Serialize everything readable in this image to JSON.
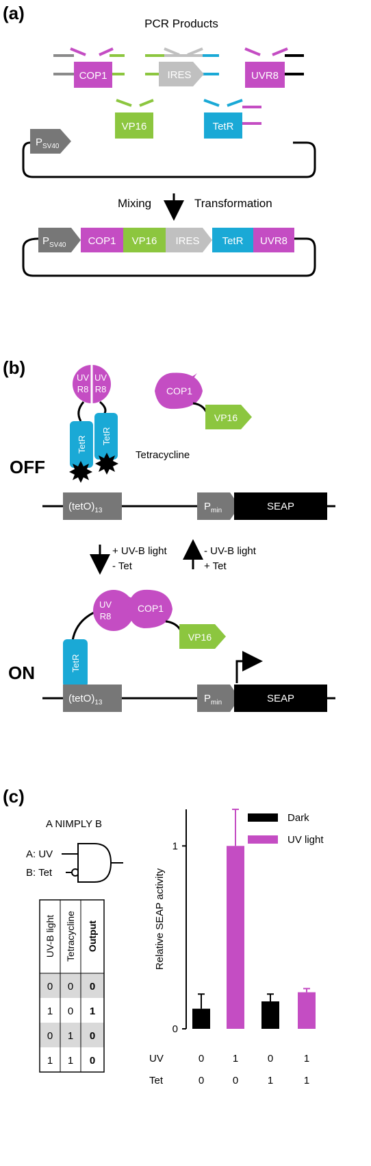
{
  "panels": {
    "a": "(a)",
    "b": "(b)",
    "c": "(c)"
  },
  "colors": {
    "magenta": "#c44dc3",
    "green": "#8cc63f",
    "cyan": "#1aa9d6",
    "gray": "#8a8a8a",
    "lightgray": "#c0c0c0",
    "black": "#000000"
  },
  "panel_a": {
    "title": "PCR Products",
    "parts": {
      "cop1": "COP1",
      "ires": "IRES",
      "uvr8": "UVR8",
      "vp16": "VP16",
      "tetr": "TetR"
    },
    "promoter": "P",
    "promoter_sub": "SV40",
    "mixing": "Mixing",
    "transformation": "Transformation",
    "construct": [
      "COP1",
      "VP16",
      "IRES",
      "TetR",
      "UVR8"
    ]
  },
  "panel_b": {
    "off": "OFF",
    "on": "ON",
    "uv": "UV",
    "r8": "R8",
    "tetr": "TetR",
    "cop1": "COP1",
    "vp16": "VP16",
    "tetracycline": "Tetracycline",
    "teto": "(tetO)",
    "teto_sub": "13",
    "pmin": "P",
    "pmin_sub": "min",
    "seap": "SEAP",
    "down_line1": "+ UV-B light",
    "down_line2": "-  Tet",
    "up_line1": "-  UV-B light",
    "up_line2": "+ Tet"
  },
  "panel_c": {
    "gate_title": "A NIMPLY B",
    "input_a": "A: UV",
    "input_b": "B: Tet",
    "table_headers": [
      "UV-B light",
      "Tetracycline",
      "Output"
    ],
    "table_rows": [
      [
        "0",
        "0",
        "0"
      ],
      [
        "1",
        "0",
        "1"
      ],
      [
        "0",
        "1",
        "0"
      ],
      [
        "1",
        "1",
        "0"
      ]
    ]
  },
  "chart_data": {
    "type": "bar",
    "ylabel": "Relative SEAP activity",
    "ylim": [
      0,
      1.2
    ],
    "yticks": [
      "0",
      "1"
    ],
    "conditions": [
      {
        "uv": "0",
        "tet": "0",
        "series": "Dark",
        "value": 0.11,
        "error": 0.08
      },
      {
        "uv": "1",
        "tet": "0",
        "series": "UV light",
        "value": 1.0,
        "error": 0.2
      },
      {
        "uv": "0",
        "tet": "1",
        "series": "Dark",
        "value": 0.15,
        "error": 0.04
      },
      {
        "uv": "1",
        "tet": "1",
        "series": "UV light",
        "value": 0.2,
        "error": 0.02
      }
    ],
    "row_labels": [
      "UV",
      "Tet"
    ],
    "series": [
      {
        "name": "Dark",
        "color": "#000000"
      },
      {
        "name": "UV light",
        "color": "#c44dc3"
      }
    ],
    "legend_position": "top-right"
  }
}
